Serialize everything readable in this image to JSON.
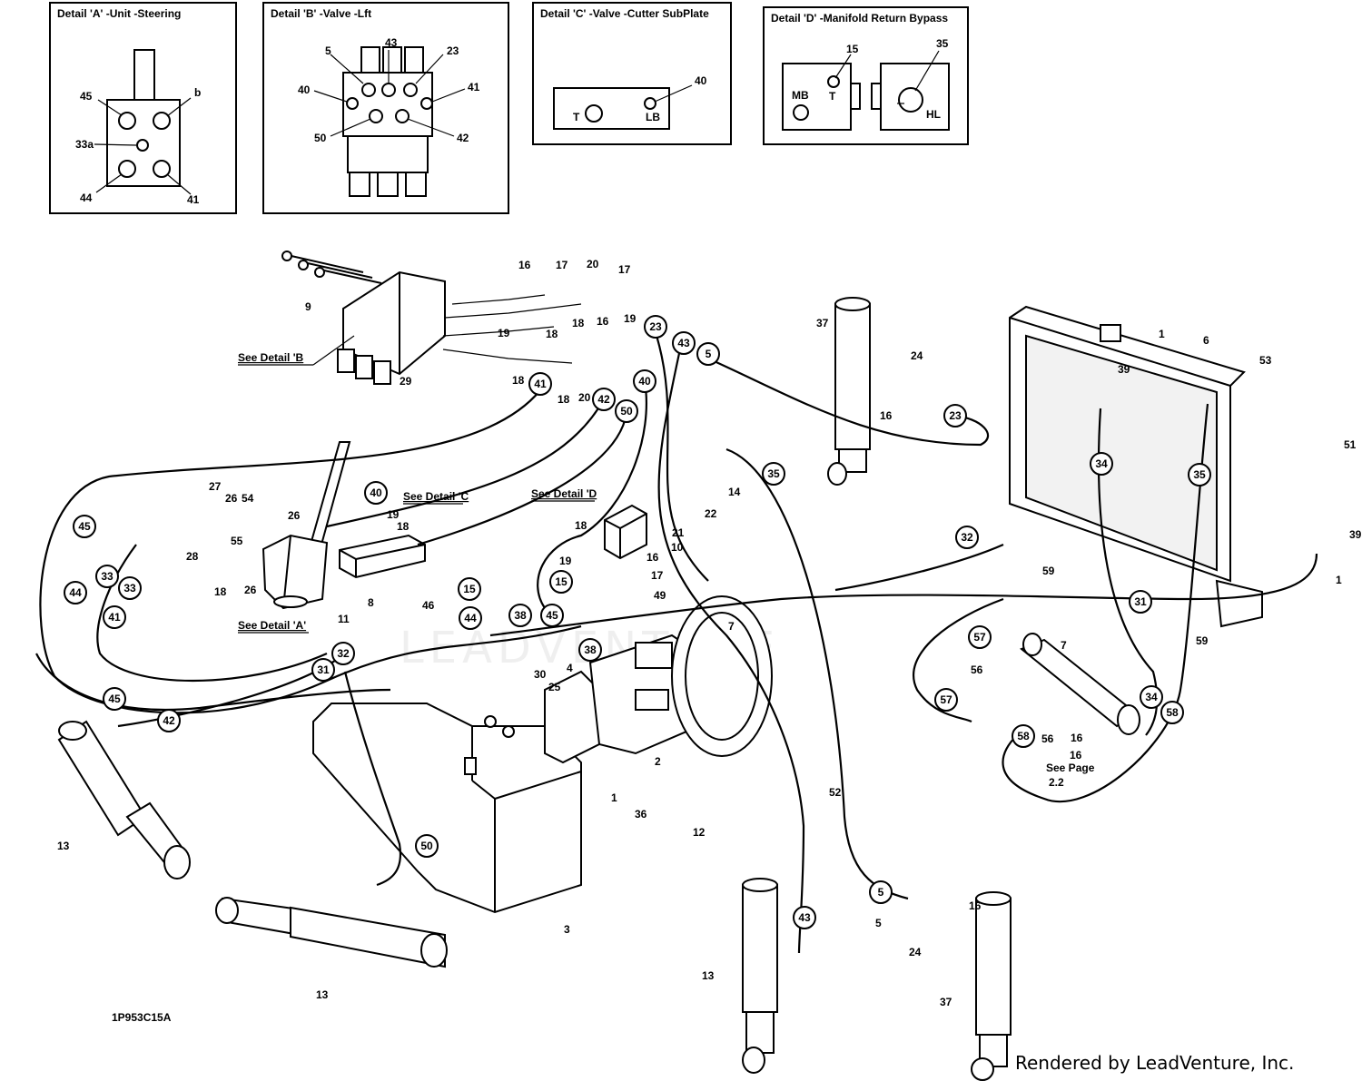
{
  "details": [
    {
      "title": "Detail 'A' -Unit -Steering",
      "labels": [
        "45",
        "b",
        "33a",
        "44",
        "41"
      ]
    },
    {
      "title": "Detail 'B' -Valve -Lft",
      "labels": [
        "43",
        "5",
        "23",
        "40",
        "41",
        "50",
        "42"
      ]
    },
    {
      "title": "Detail 'C' -Valve -Cutter SubPlate",
      "labels": [
        "40",
        "T",
        "LB"
      ]
    },
    {
      "title": "Detail 'D' -Manifold Return Bypass",
      "labels": [
        "15",
        "35",
        "MB",
        "T",
        "HL"
      ]
    }
  ],
  "see_labels": {
    "detail_b": "See Detail 'B",
    "detail_c": "See Detail 'C",
    "detail_d": "See Detail 'D",
    "detail_a": "See Detail 'A'",
    "page": "See Page",
    "page_num": "2.2"
  },
  "bubbles": [
    "23",
    "43",
    "5",
    "41",
    "42",
    "50",
    "40",
    "23",
    "35",
    "45",
    "33",
    "44",
    "41",
    "33",
    "40",
    "15",
    "15",
    "45",
    "38",
    "44",
    "38",
    "32",
    "31",
    "45",
    "42",
    "50",
    "32",
    "57",
    "57",
    "58",
    "34",
    "35",
    "34",
    "58",
    "31",
    "5",
    "43"
  ],
  "callouts": [
    "16",
    "17",
    "20",
    "17",
    "16",
    "18",
    "19",
    "18",
    "19",
    "18",
    "20",
    "18",
    "9",
    "29",
    "37",
    "24",
    "16",
    "1",
    "6",
    "53",
    "39",
    "51",
    "39",
    "1",
    "27",
    "26",
    "54",
    "26",
    "19",
    "18",
    "28",
    "55",
    "18",
    "26",
    "11",
    "8",
    "14",
    "22",
    "18",
    "21",
    "10",
    "19",
    "16",
    "17",
    "49",
    "46",
    "30",
    "25",
    "4",
    "7",
    "59",
    "59",
    "56",
    "56",
    "16",
    "16",
    "7",
    "2",
    "1",
    "36",
    "12",
    "52",
    "13",
    "3",
    "13",
    "13",
    "5",
    "24",
    "16",
    "37"
  ],
  "drawing_id": "1P953C15A",
  "watermark": "LEADVENTURE",
  "footer": "Rendered by LeadVenture, Inc."
}
